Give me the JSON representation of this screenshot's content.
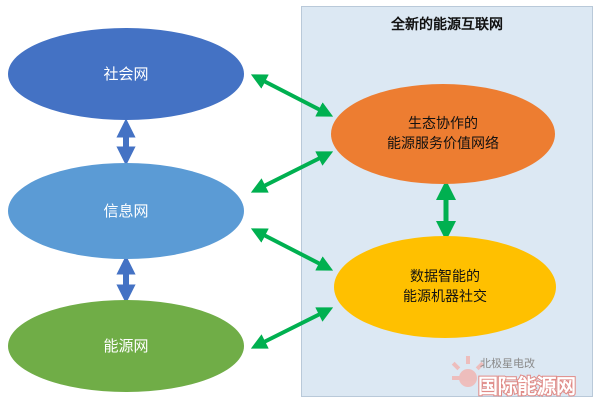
{
  "panel": {
    "title": "全新的能源互联网",
    "bg": "#dce8f3"
  },
  "nodes": {
    "social": {
      "label": "社会网",
      "color": "#4472c4"
    },
    "info": {
      "label": "信息网",
      "color": "#5b9bd5"
    },
    "energy": {
      "label": "能源网",
      "color": "#70ad47"
    },
    "eco": {
      "line1": "生态协作的",
      "line2": "能源服务价值网络",
      "color": "#ed7d31"
    },
    "data": {
      "line1": "数据智能的",
      "line2": "能源机器社交",
      "color": "#ffc000"
    }
  },
  "arrows": {
    "vertical_color": "#4472c4",
    "diagonal_color": "#00b050"
  },
  "watermark": {
    "small": "北极星电改",
    "main": "国际能源网"
  }
}
